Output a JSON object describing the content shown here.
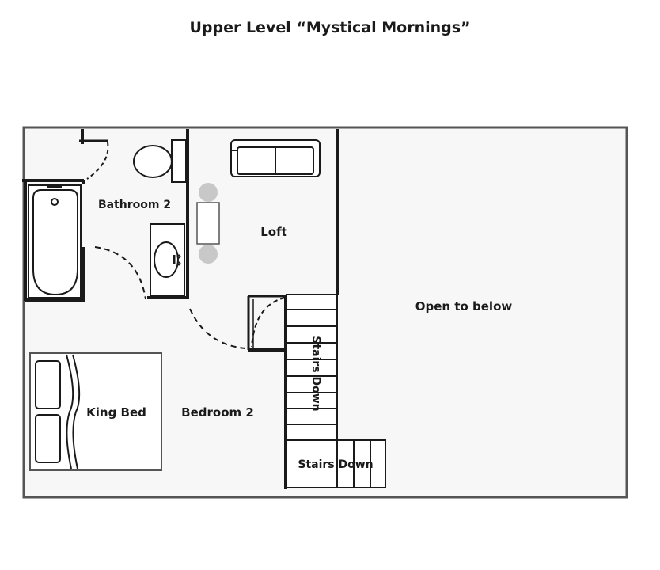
{
  "title": "Upper Level  “Mystical Mornings”",
  "rooms": {
    "bathroom": "Bathroom 2",
    "loft": "Loft",
    "open_below": "Open to below",
    "bedroom": "Bedroom 2",
    "bed": "King Bed",
    "stairs_vertical": "Stairs Down",
    "stairs_horizontal": "Stairs Down"
  },
  "colors": {
    "wall": "#1a1a1a",
    "floor": "#f7f7f7",
    "fixture_fill": "#ffffff",
    "lamp": "#c8c8c8"
  }
}
